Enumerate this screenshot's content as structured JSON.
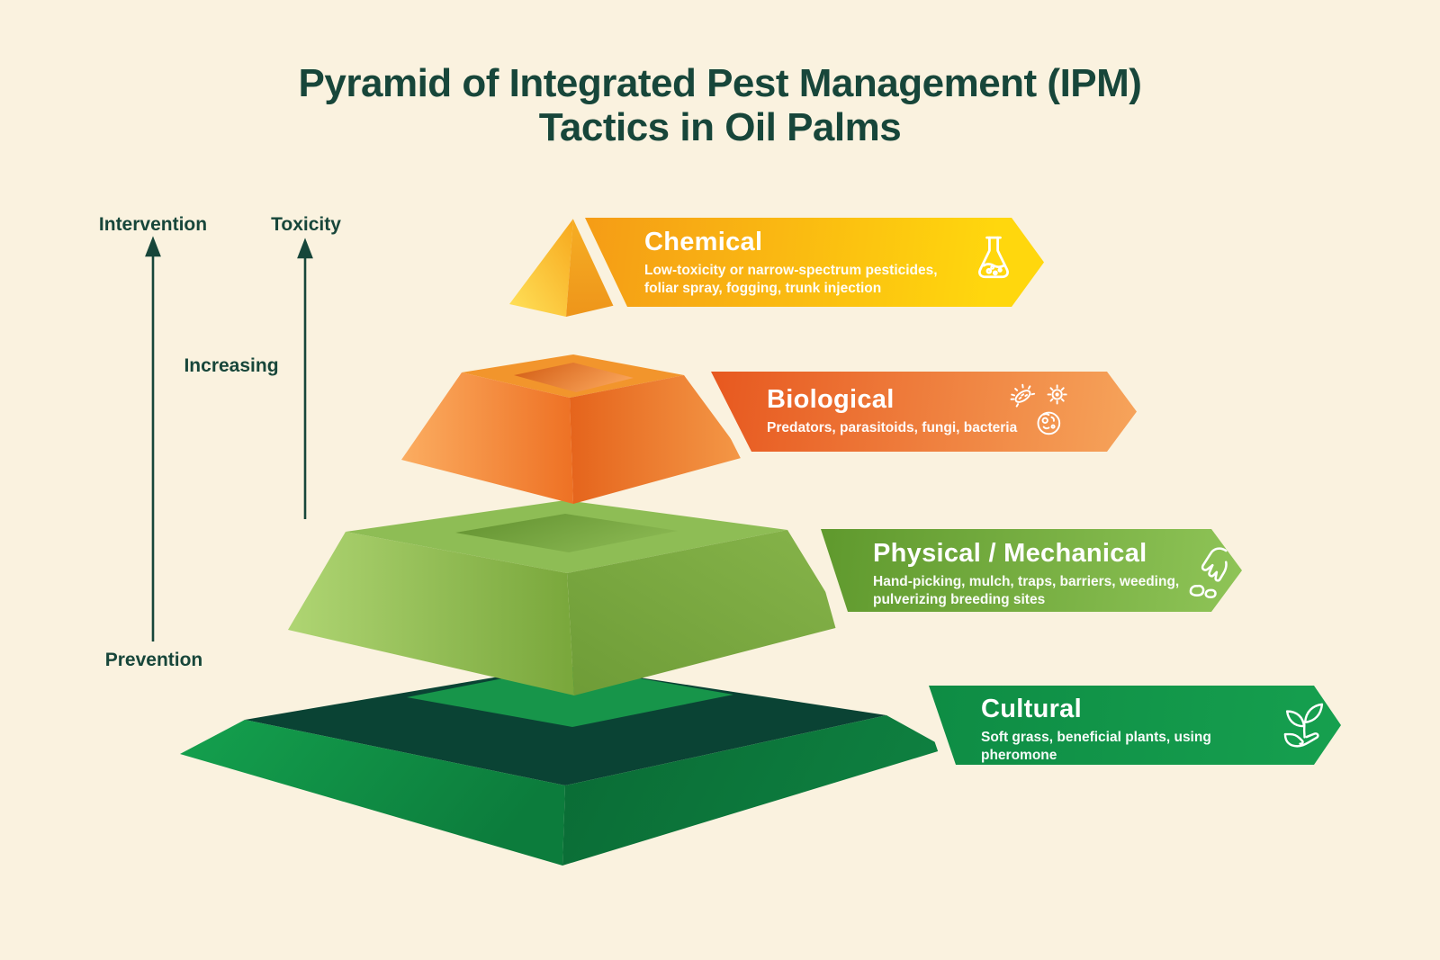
{
  "title": {
    "line1": "Pyramid of Integrated Pest Management (IPM)",
    "line2": "Tactics in Oil Palms"
  },
  "axis_labels": {
    "intervention": "Intervention",
    "toxicity": "Toxicity",
    "increasing": "Increasing",
    "prevention": "Prevention"
  },
  "layers": [
    {
      "id": "chemical",
      "label": "Chemical",
      "description": "Low-toxicity or narrow-spectrum pesticides, foliar spray, fogging, trunk injection",
      "icon": "flask-icon",
      "banner_gradient": [
        "#F59C16",
        "#FFD70D"
      ],
      "pyramid_colors": [
        "#FFE25A",
        "#F1A01C"
      ]
    },
    {
      "id": "biological",
      "label": "Biological",
      "description": "Predators, parasitoids, fungi, bacteria",
      "icon": "microbes-icon",
      "banner_gradient": [
        "#E7581F",
        "#F6A45B"
      ],
      "pyramid_colors": [
        "#FBAD61",
        "#E5641C"
      ]
    },
    {
      "id": "physical",
      "label": "Physical / Mechanical",
      "description": "Hand-picking, mulch, traps, barriers, weeding, pulverizing breeding sites",
      "icon": "hand-picking-icon",
      "banner_gradient": [
        "#5F992D",
        "#8FC457"
      ],
      "pyramid_colors": [
        "#AFD573",
        "#6E9C37"
      ]
    },
    {
      "id": "cultural",
      "label": "Cultural",
      "description": "Soft grass, beneficial plants, using pheromone",
      "icon": "plant-in-hand-icon",
      "banner_gradient": [
        "#0E8C44",
        "#16A04F"
      ],
      "pyramid_colors": [
        "#14A14E",
        "#0A4334"
      ]
    }
  ],
  "palette": {
    "background": "#FAF2DF",
    "heading_text": "#17463A",
    "arrow": "#17463A"
  }
}
